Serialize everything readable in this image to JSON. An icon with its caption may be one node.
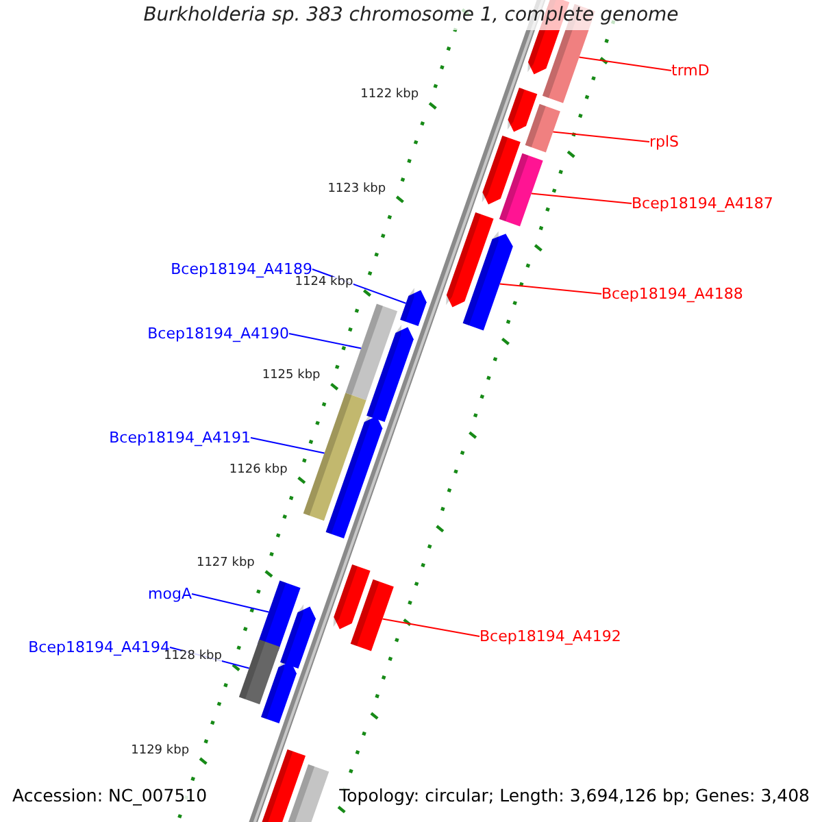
{
  "diagram": {
    "title": "Burkholderia sp. 383 chromosome 1, complete genome",
    "nodes": [
      {
        "text": [
          "trmD"
        ]
      },
      {
        "text": [],
        "shape": "bar"
      },
      {
        "text": [
          "rplS"
        ]
      },
      {
        "text": [],
        "shape": "bar"
      },
      {
        "text": [
          "Bcep18194_A4187"
        ]
      },
      {
        "text": [],
        "shape": "bar"
      },
      {
        "text": [
          "Bcep18194_A4188"
        ]
      },
      {
        "text": [],
        "shape": "bar"
      },
      {
        "text": [
          "Bcep18194_A4189"
        ]
      },
      {
        "text": [],
        "shape": "bar"
      },
      {
        "text": [
          "Bcep18194_A4190"
        ]
      },
      {
        "text": [],
        "shape": "bar"
      },
      {
        "text": [
          "Bcep18194_A4191"
        ]
      },
      {
        "text": [],
        "shape": "bar"
      },
      {
        "text": [
          "mogA"
        ]
      },
      {
        "text": [],
        "shape": "bar"
      },
      {
        "text": [
          "Bcep18194_A4194"
        ]
      },
      {
        "text": [],
        "shape": "bar"
      },
      {
        "text": [
          "Bcep18194_A4192"
        ]
      },
      {
        "text": [],
        "shape": "bar"
      }
    ],
    "edges": [
      {
        "from": 0,
        "to": 1,
        "arrow": "none",
        "color": "#ff0000"
      },
      {
        "from": 2,
        "to": 3,
        "arrow": "none",
        "color": "#ff0000"
      },
      {
        "from": 4,
        "to": 5,
        "arrow": "none",
        "color": "#ff0000"
      },
      {
        "from": 6,
        "to": 7,
        "arrow": "none",
        "color": "#ff0000"
      },
      {
        "from": 8,
        "to": 9,
        "arrow": "none",
        "color": "#0000ff"
      },
      {
        "from": 10,
        "to": 11,
        "arrow": "none",
        "color": "#0000ff"
      },
      {
        "from": 12,
        "to": 13,
        "arrow": "none",
        "color": "#0000ff"
      },
      {
        "from": 14,
        "to": 15,
        "arrow": "none",
        "color": "#0000ff"
      },
      {
        "from": 16,
        "to": 17,
        "arrow": "none",
        "color": "#0000ff"
      },
      {
        "from": 18,
        "to": 19,
        "arrow": "none",
        "color": "#ff0000"
      }
    ],
    "labels": [
      "1122 kbp",
      "1123 kbp",
      "1124 kbp",
      "1125 kbp",
      "1126 kbp",
      "1127 kbp",
      "1128 kbp",
      "1129 kbp",
      "Accession: NC_007510",
      "Topology: circular; Length: 3,694,126 bp; Genes: 3,408"
    ]
  }
}
